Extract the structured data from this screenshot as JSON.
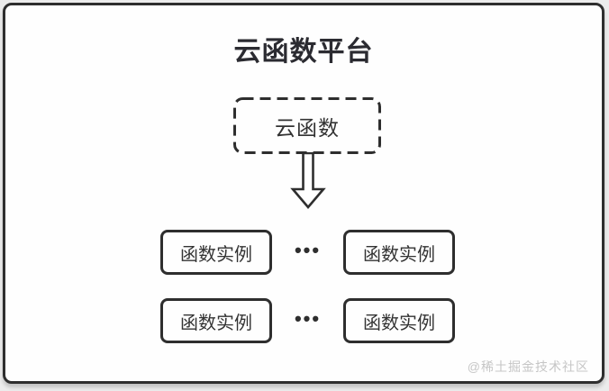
{
  "diagram": {
    "title": "云函数平台",
    "cloud_function": {
      "label": "云函数"
    },
    "arrow": {
      "direction": "down",
      "style": "hollow-block-arrow"
    },
    "instance_rows": [
      {
        "left": "函数实例",
        "ellipsis": "•••",
        "right": "函数实例"
      },
      {
        "left": "函数实例",
        "ellipsis": "•••",
        "right": "函数实例"
      }
    ],
    "watermark": "@稀土掘金技术社区",
    "colors": {
      "border": "#2e2e2e",
      "text": "#333333",
      "title": "#2b2b31",
      "watermark": "#c6c6c6",
      "canvas_background": "#fefefe",
      "page_background": "#ececec"
    }
  }
}
